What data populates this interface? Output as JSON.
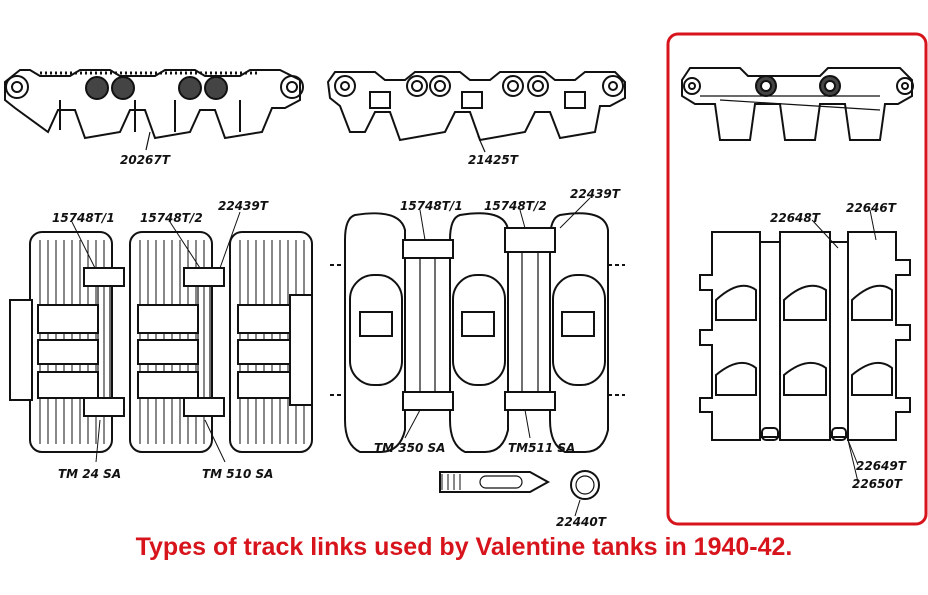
{
  "labels": {
    "track_1_pitch": "20267T",
    "track_2_pitch": "21425T",
    "part_15748T1_a": "15748T/1",
    "part_15748T2_a": "15748T/2",
    "part_22439T_a": "22439T",
    "part_15748T1_b": "15748T/1",
    "part_15748T2_b": "15748T/2",
    "part_22439T_b": "22439T",
    "part_22648T": "22648T",
    "part_22646T": "22646T",
    "part_tm24sa": "TM 24 SA",
    "part_tm510sa": "TM 510 SA",
    "part_tm350sa": "TM 350 SA",
    "part_tm511sa": "TM511 SA",
    "part_22649T": "22649T",
    "part_22650T": "22650T",
    "part_22440T": "22440T"
  },
  "caption": "Types of track links used by Valentine tanks in 1940-42.",
  "colors": {
    "highlight": "#d7141c",
    "ink": "#111111",
    "background": "#ffffff"
  }
}
